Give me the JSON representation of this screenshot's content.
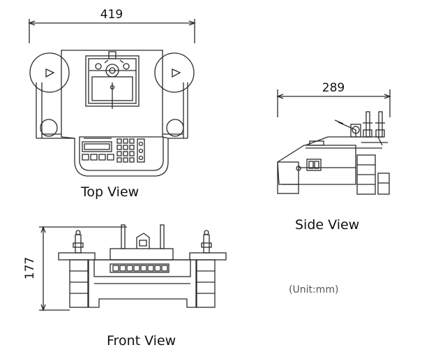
{
  "dimensions": {
    "top_width": "419",
    "side_width": "289",
    "front_height": "177"
  },
  "captions": {
    "top_view": "Top View",
    "side_view": "Side View",
    "front_view": "Front View"
  },
  "unit_note": "(Unit:mm)",
  "colors": {
    "line": "#2a2a2a",
    "text": "#111111",
    "unit_text": "#555555"
  }
}
